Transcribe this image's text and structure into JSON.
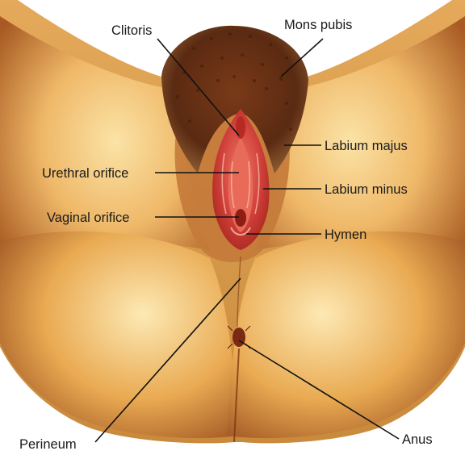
{
  "labels": {
    "clitoris": "Clitoris",
    "mons_pubis": "Mons pubis",
    "labium_majus": "Labium majus",
    "urethral_orifice": "Urethral orifice",
    "labium_minus": "Labium minus",
    "vaginal_orifice": "Vaginal orifice",
    "hymen": "Hymen",
    "perineum": "Perineum",
    "anus": "Anus"
  },
  "colors": {
    "background": "#ffffff",
    "skin_light": "#f2c57a",
    "skin_mid": "#d99a3e",
    "skin_dark": "#8a4a1a",
    "hair": "#5a2a12",
    "tissue": "#c8322b",
    "tissue_light": "#e86a58",
    "label_text": "#1a1a1a",
    "leader_line": "#111111"
  }
}
